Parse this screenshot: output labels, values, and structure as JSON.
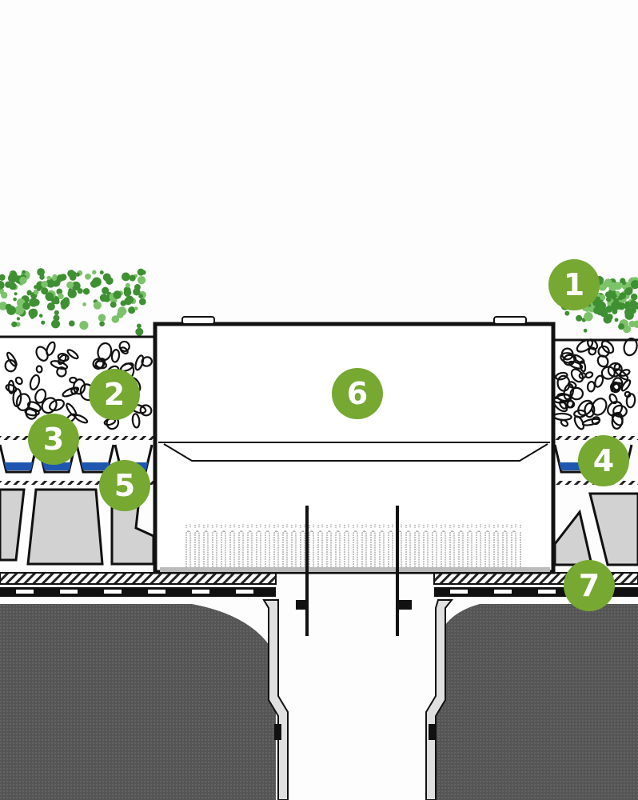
{
  "colors": {
    "badge": "#76a832",
    "plant": "#4a9e3a",
    "water": "#1f57b0",
    "concrete": "#5a5a5a",
    "pedestal": "#d2d2d2"
  },
  "labels": [
    {
      "id": "1",
      "text": "1"
    },
    {
      "id": "2",
      "text": "2"
    },
    {
      "id": "3",
      "text": "3"
    },
    {
      "id": "4",
      "text": "4"
    },
    {
      "id": "5",
      "text": "5"
    },
    {
      "id": "6",
      "text": "6"
    },
    {
      "id": "7",
      "text": "7"
    }
  ]
}
